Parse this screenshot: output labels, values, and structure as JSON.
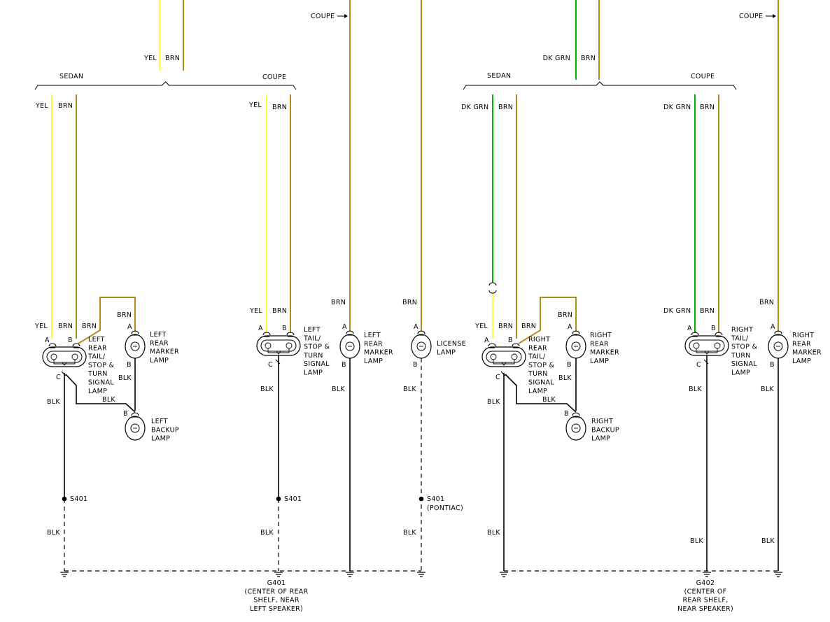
{
  "colors": {
    "yel": "#ffff33",
    "brn": "#b08c1e",
    "grn": "#00b000",
    "blk": "#000000"
  },
  "labels": {
    "yel": "YEL",
    "brn": "BRN",
    "blk": "BLK",
    "dkgrn": "DK GRN",
    "sedan": "SEDAN",
    "coupe": "COUPE",
    "pin_a": "A",
    "pin_b": "B",
    "pin_c": "C",
    "splice": "S401",
    "pontiac": "(PONTIAC)"
  },
  "lamps": {
    "left_tail": [
      "LEFT",
      "REAR",
      "TAIL/",
      "STOP &",
      "TURN",
      "SIGNAL",
      "LAMP"
    ],
    "left_marker": [
      "LEFT",
      "REAR",
      "MARKER",
      "LAMP"
    ],
    "left_backup": [
      "LEFT",
      "BACKUP",
      "LAMP"
    ],
    "coupe_left_tail": [
      "LEFT",
      "TAIL/",
      "STOP &",
      "TURN",
      "SIGNAL",
      "LAMP"
    ],
    "coupe_left_marker": [
      "LEFT",
      "REAR",
      "MARKER",
      "LAMP"
    ],
    "license": [
      "LICENSE",
      "LAMP"
    ],
    "right_tail": [
      "RIGHT",
      "REAR",
      "TAIL/",
      "STOP &",
      "TURN",
      "SIGNAL",
      "LAMP"
    ],
    "right_marker": [
      "RIGHT",
      "REAR",
      "MARKER",
      "LAMP"
    ],
    "right_backup": [
      "RIGHT",
      "BACKUP",
      "LAMP"
    ],
    "coupe_right_tail": [
      "RIGHT",
      "TAIL/",
      "STOP &",
      "TURN",
      "SIGNAL",
      "LAMP"
    ],
    "coupe_right_marker": [
      "RIGHT",
      "REAR",
      "MARKER",
      "LAMP"
    ]
  },
  "grounds": {
    "g401": [
      "G401",
      "(CENTER OF REAR",
      "SHELF, NEAR",
      "LEFT SPEAKER)"
    ],
    "g402": [
      "G402",
      "(CENTER OF",
      "REAR SHELF,",
      "NEAR SPEAKER)"
    ]
  }
}
